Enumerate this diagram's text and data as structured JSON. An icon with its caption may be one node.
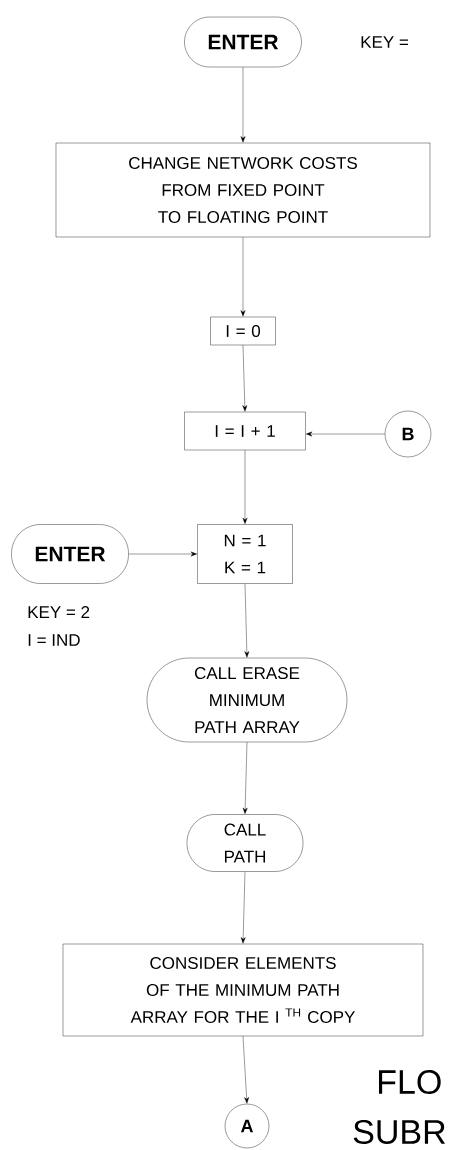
{
  "diagram": {
    "nodes": [
      {
        "text": [
          "ENTER"
        ]
      },
      {
        "text": [
          "CHANGE NETWORK COSTS FROM FIXED POINT TO FLOATING POINT"
        ]
      },
      {
        "text": [
          "I = 0"
        ]
      },
      {
        "text": [
          "I = I + 1"
        ]
      },
      {
        "text": [
          "B"
        ]
      },
      {
        "text": [
          "ENTER"
        ],
        "beside": [
          "KEY = 2",
          "I = IND"
        ]
      },
      {
        "text": [
          "N = 1 K = 1"
        ]
      },
      {
        "text": [
          "CALL ERASE MINIMUM PATH ARRAY"
        ]
      },
      {
        "text": [
          "CALL PATH"
        ]
      },
      {
        "text": [
          "CONSIDER ELEMENTS OF THE MINIMUM PATH ARRAY FOR THE I $^{TH}$ COPY"
        ]
      },
      {
        "text": [
          "A"
        ]
      }
    ],
    "edges": [
      {
        "from": 0,
        "to": 1,
        "arrow": "to"
      },
      {
        "from": 1,
        "to": 2,
        "arrow": "to"
      },
      {
        "from": 2,
        "to": 3,
        "arrow": "to"
      },
      {
        "from": 4,
        "to": 3,
        "arrow": "to"
      },
      {
        "from": 3,
        "to": 6,
        "arrow": "to"
      },
      {
        "from": 5,
        "to": 6,
        "arrow": "to"
      },
      {
        "from": 6,
        "to": 7,
        "arrow": "to"
      },
      {
        "from": 7,
        "to": 8,
        "arrow": "to"
      },
      {
        "from": 8,
        "to": 9,
        "arrow": "to"
      },
      {
        "from": 9,
        "to": 10,
        "arrow": "to"
      }
    ],
    "labels": [
      "KEY =",
      "FLO",
      "SUBR"
    ]
  }
}
